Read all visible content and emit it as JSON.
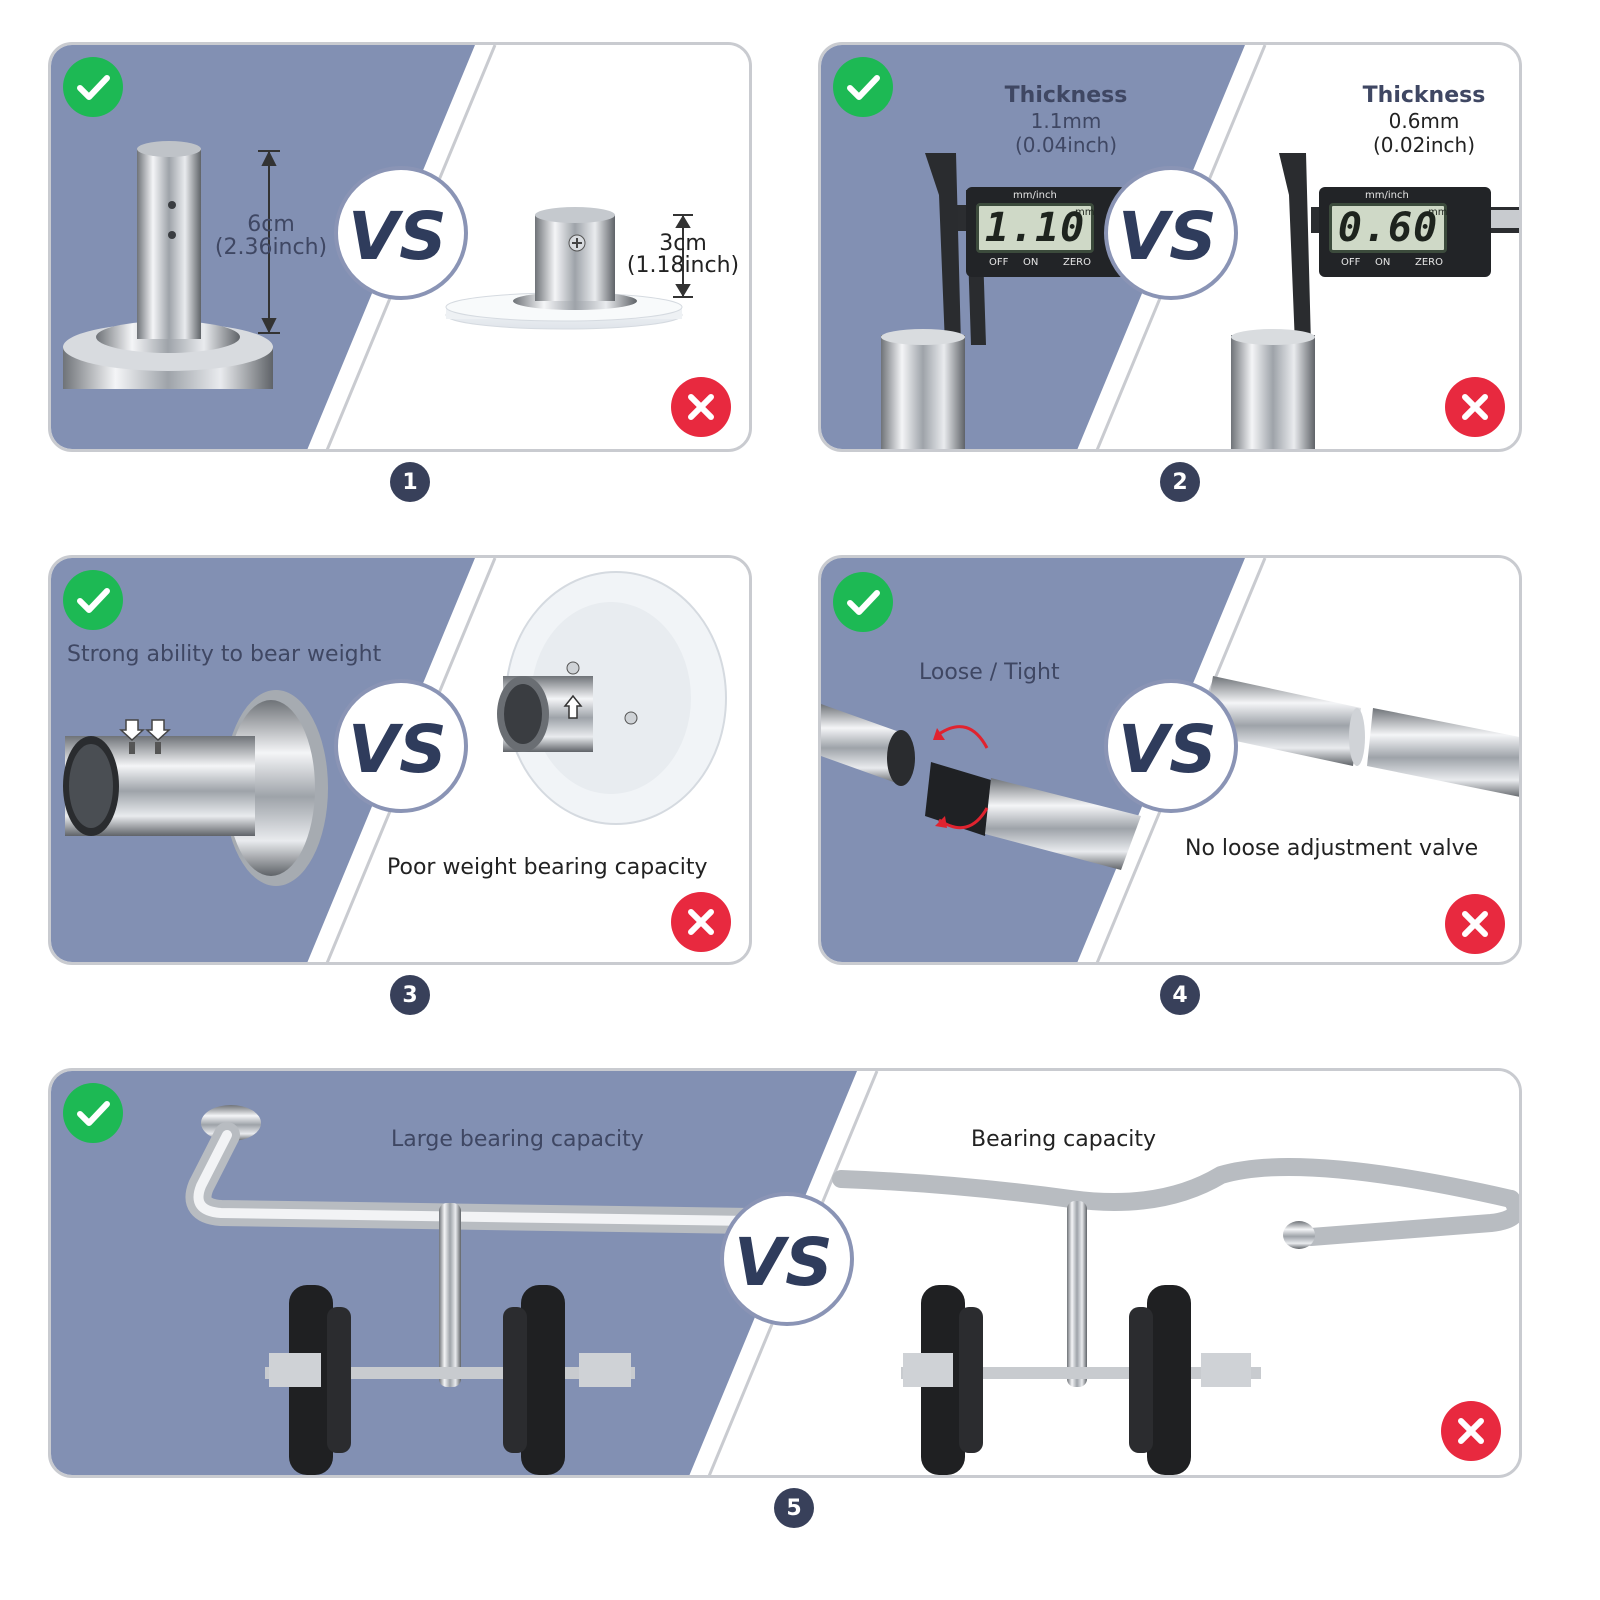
{
  "colors": {
    "good_side": "#8290b3",
    "bad_side": "#ffffff",
    "check_badge": "#1db954",
    "cross_badge": "#e8293f",
    "number_badge": "#38405a"
  },
  "icons": {
    "good": "check-icon",
    "bad": "close-icon",
    "versus": "vs-icon"
  },
  "vs_text": "VS",
  "panels": [
    {
      "number": "1",
      "good": {
        "measure_value": "6cm",
        "measure_inch": "(2.36inch)"
      },
      "bad": {
        "measure_value": "3cm",
        "measure_inch": "(1.18inch)"
      }
    },
    {
      "number": "2",
      "good": {
        "title": "Thickness",
        "value": "1.1mm",
        "inch": "(0.04inch)",
        "display": "1.10"
      },
      "bad": {
        "title": "Thickness",
        "value": "0.6mm",
        "inch": "(0.02inch)",
        "display": "0.60"
      },
      "caliper_labels": {
        "units": "mm/inch",
        "off": "OFF",
        "on": "ON",
        "zero": "ZERO",
        "mm": "mm"
      }
    },
    {
      "number": "3",
      "good": {
        "caption": "Strong ability to bear weight"
      },
      "bad": {
        "caption": "Poor weight bearing capacity"
      }
    },
    {
      "number": "4",
      "good": {
        "caption": "Loose / Tight"
      },
      "bad": {
        "caption": "No loose adjustment valve"
      }
    },
    {
      "number": "5",
      "good": {
        "caption": "Large bearing capacity"
      },
      "bad": {
        "caption": "Bearing capacity"
      }
    }
  ]
}
